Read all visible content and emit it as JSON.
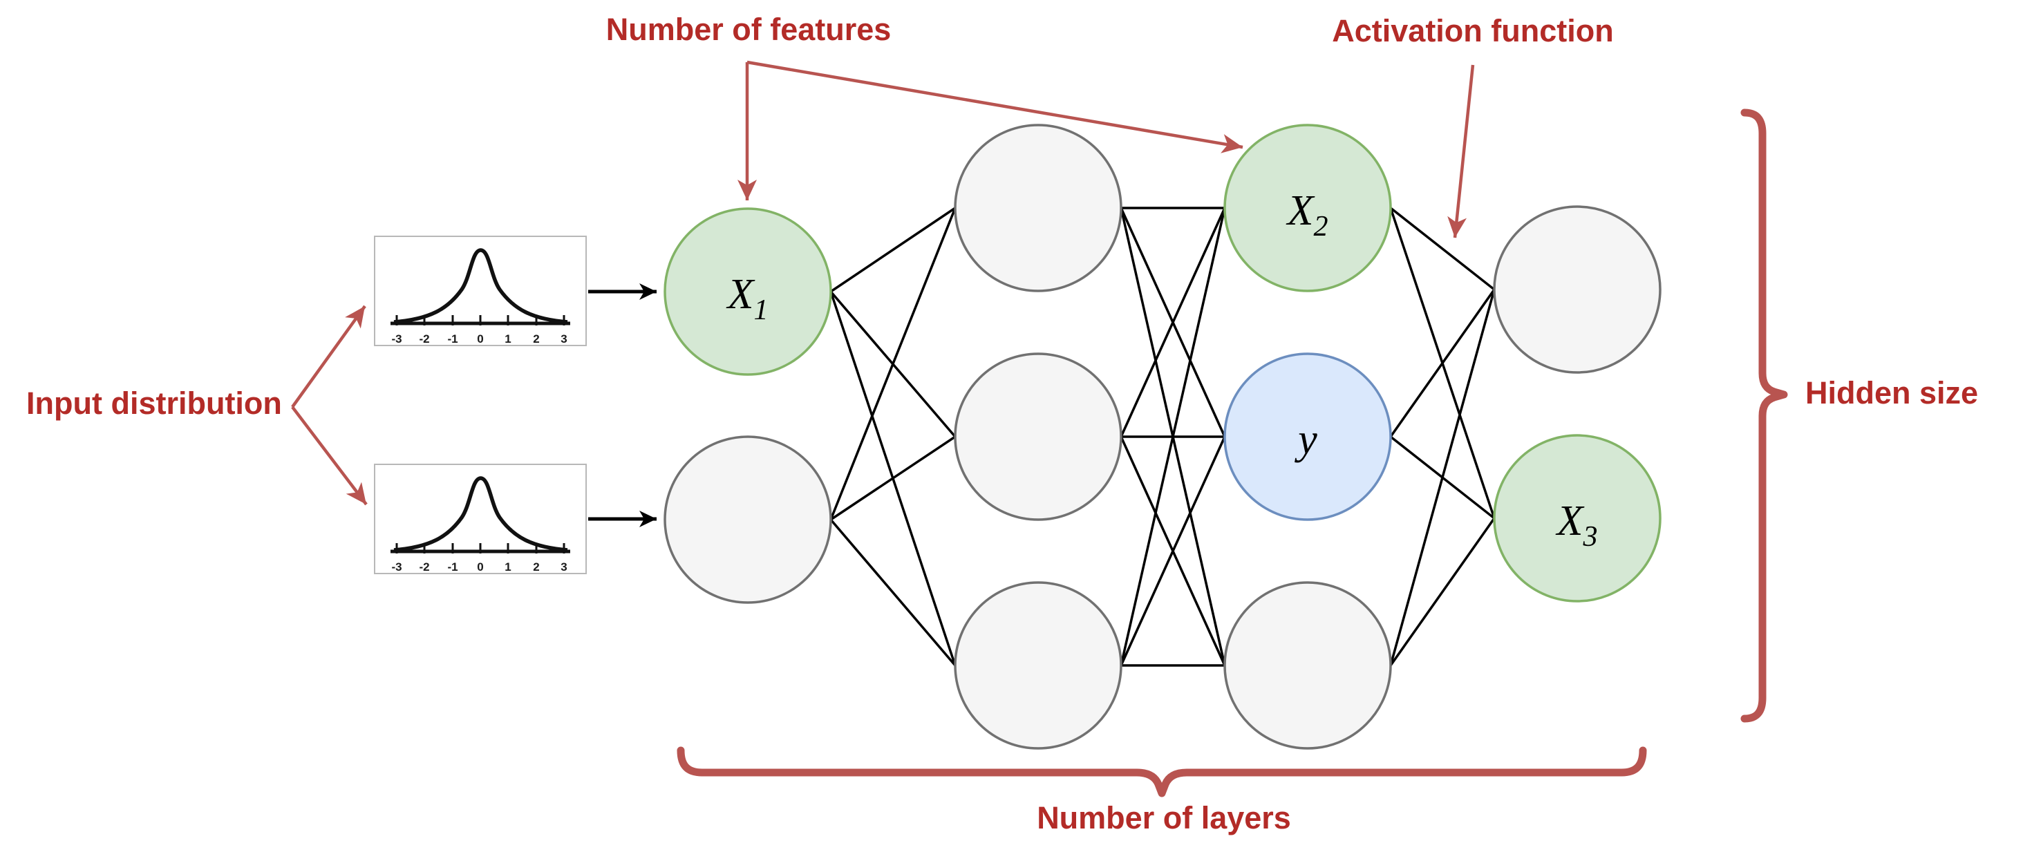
{
  "annotations": {
    "number_of_features": "Number of features",
    "activation_function": "Activation function",
    "input_distribution": "Input distribution",
    "hidden_size": "Hidden size",
    "number_of_layers": "Number of layers"
  },
  "nodes": {
    "x1": {
      "base": "X",
      "sub": "1"
    },
    "x2": {
      "base": "X",
      "sub": "2"
    },
    "x3": {
      "base": "X",
      "sub": "3"
    },
    "y": {
      "base": "y",
      "sub": ""
    }
  },
  "distribution": {
    "ticks": [
      "-3",
      "-2",
      "-1",
      "0",
      "1",
      "2",
      "3"
    ]
  },
  "colors": {
    "annotation_text": "#b32b27",
    "annotation_line": "#b85450",
    "green_fill": "#d5e8d4",
    "green_stroke": "#82b366",
    "blue_fill": "#dae8fc",
    "blue_stroke": "#6c8ebf",
    "gray_fill": "#f5f5f5",
    "gray_stroke": "#717171",
    "edge_black": "#000000"
  }
}
